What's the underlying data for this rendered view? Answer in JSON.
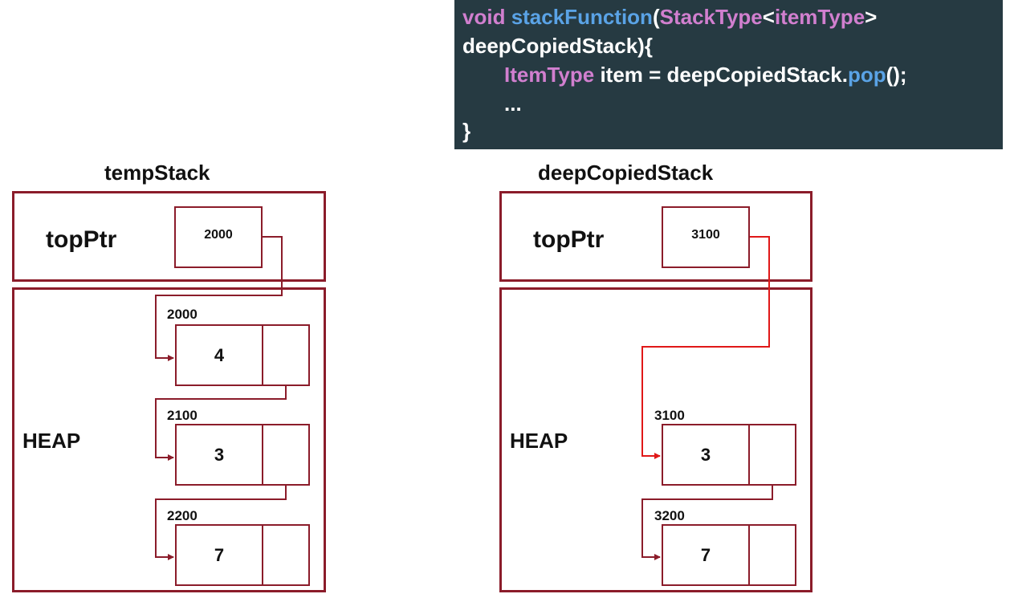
{
  "code": {
    "l1_void": "void",
    "l1_fn": "stackFunction",
    "l1_paren": "(",
    "l1_type": "StackType",
    "l1_lt": "<",
    "l1_tparam": "itemType",
    "l1_gt": ">",
    "l2": "deepCopiedStack){",
    "l3_type": "ItemType",
    "l3_mid": " item = deepCopiedStack.",
    "l3_fn": "pop",
    "l3_end": "();",
    "l4": "...",
    "l5": "}"
  },
  "temp": {
    "title": "tempStack",
    "ptr_label": "topPtr",
    "ptr_value": "2000",
    "heap_label": "HEAP",
    "nodes": [
      {
        "addr": "2000",
        "value": "4"
      },
      {
        "addr": "2100",
        "value": "3"
      },
      {
        "addr": "2200",
        "value": "7"
      }
    ]
  },
  "deep": {
    "title": "deepCopiedStack",
    "ptr_label": "topPtr",
    "ptr_value": "3100",
    "heap_label": "HEAP",
    "nodes": [
      {
        "addr": "3100",
        "value": "3"
      },
      {
        "addr": "3200",
        "value": "7"
      }
    ]
  },
  "colors": {
    "box_border": "#8b1c2a",
    "arrow_dark": "#8b1c2a",
    "arrow_highlight": "#e01818",
    "code_bg": "#263a42"
  }
}
